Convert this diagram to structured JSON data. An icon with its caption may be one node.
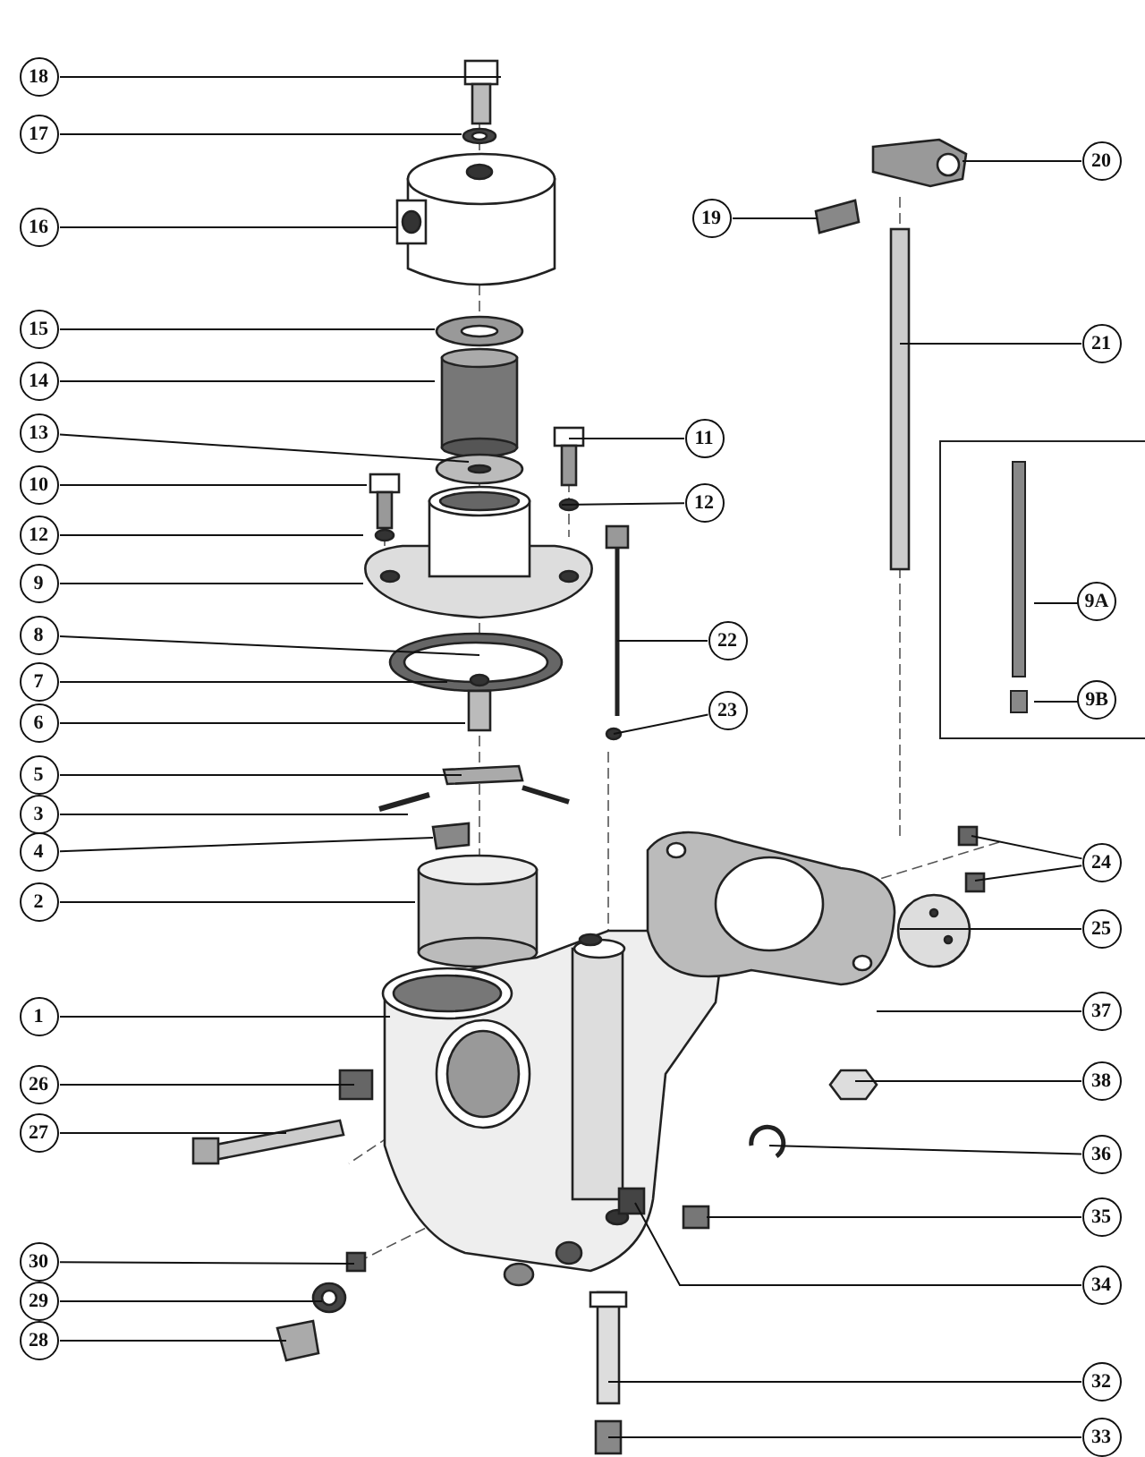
{
  "diagram": {
    "nodes": [
      {
        "text": [
          "18"
        ]
      },
      {
        "text": [
          "17"
        ]
      },
      {
        "text": [
          "16"
        ]
      },
      {
        "text": [
          "15"
        ]
      },
      {
        "text": [
          "14"
        ]
      },
      {
        "text": [
          "13"
        ]
      },
      {
        "text": [
          "10"
        ]
      },
      {
        "text": [
          "12"
        ]
      },
      {
        "text": [
          "9"
        ]
      },
      {
        "text": [
          "8"
        ]
      },
      {
        "text": [
          "7"
        ]
      },
      {
        "text": [
          "6"
        ]
      },
      {
        "text": [
          "5"
        ]
      },
      {
        "text": [
          "3"
        ]
      },
      {
        "text": [
          "4"
        ]
      },
      {
        "text": [
          "2"
        ]
      },
      {
        "text": [
          "1"
        ]
      },
      {
        "text": [
          "26"
        ]
      },
      {
        "text": [
          "27"
        ]
      },
      {
        "text": [
          "30"
        ]
      },
      {
        "text": [
          "29"
        ]
      },
      {
        "text": [
          "28"
        ]
      },
      {
        "text": [
          "20"
        ]
      },
      {
        "text": [
          "19"
        ]
      },
      {
        "text": [
          "21"
        ]
      },
      {
        "text": [
          "11"
        ]
      },
      {
        "text": [
          "12"
        ]
      },
      {
        "text": [],
        "shape": "box"
      },
      {
        "text": [
          "9A"
        ],
        "in": 27
      },
      {
        "text": [
          "9B"
        ],
        "in": 27
      },
      {
        "text": [
          "22"
        ]
      },
      {
        "text": [
          "23"
        ]
      },
      {
        "text": [
          "24"
        ]
      },
      {
        "text": [
          "25"
        ]
      },
      {
        "text": [
          "37"
        ]
      },
      {
        "text": [
          "38"
        ]
      },
      {
        "text": [
          "36"
        ]
      },
      {
        "text": [
          "35"
        ]
      },
      {
        "text": [
          "34"
        ]
      },
      {
        "text": [
          "32"
        ]
      },
      {
        "text": [
          "33"
        ]
      }
    ],
    "edges": [
      {
        "from": 0,
        "to": null,
        "arrow": "none"
      },
      {
        "from": 1,
        "to": null,
        "arrow": "none"
      },
      {
        "from": 2,
        "to": null,
        "arrow": "none"
      },
      {
        "from": 3,
        "to": null,
        "arrow": "none"
      },
      {
        "from": 4,
        "to": null,
        "arrow": "none"
      },
      {
        "from": 5,
        "to": null,
        "arrow": "none"
      },
      {
        "from": 6,
        "to": null,
        "arrow": "none"
      },
      {
        "from": 7,
        "to": null,
        "arrow": "none"
      },
      {
        "from": 8,
        "to": null,
        "arrow": "none"
      },
      {
        "from": 9,
        "to": null,
        "arrow": "none"
      },
      {
        "from": 10,
        "to": null,
        "arrow": "none"
      },
      {
        "from": 11,
        "to": null,
        "arrow": "none"
      },
      {
        "from": 12,
        "to": null,
        "arrow": "none"
      },
      {
        "from": 13,
        "to": null,
        "arrow": "none"
      },
      {
        "from": 14,
        "to": null,
        "arrow": "none"
      },
      {
        "from": 15,
        "to": null,
        "arrow": "none"
      },
      {
        "from": 16,
        "to": null,
        "arrow": "none"
      },
      {
        "from": 17,
        "to": null,
        "arrow": "none"
      },
      {
        "from": 18,
        "to": null,
        "arrow": "none"
      },
      {
        "from": 19,
        "to": null,
        "arrow": "none"
      },
      {
        "from": 20,
        "to": null,
        "arrow": "none"
      },
      {
        "from": 21,
        "to": null,
        "arrow": "none"
      },
      {
        "from": 22,
        "to": null,
        "arrow": "none"
      },
      {
        "from": 23,
        "to": null,
        "arrow": "none"
      },
      {
        "from": 24,
        "to": null,
        "arrow": "none"
      },
      {
        "from": 25,
        "to": null,
        "arrow": "none"
      },
      {
        "from": 26,
        "to": null,
        "arrow": "none"
      },
      {
        "from": 28,
        "to": null,
        "arrow": "none"
      },
      {
        "from": 29,
        "to": null,
        "arrow": "none"
      },
      {
        "from": 30,
        "to": null,
        "arrow": "none"
      },
      {
        "from": 31,
        "to": null,
        "arrow": "none"
      },
      {
        "from": 32,
        "to": null,
        "arrow": "none"
      },
      {
        "from": 32,
        "to": null,
        "arrow": "none"
      },
      {
        "from": 33,
        "to": null,
        "arrow": "none"
      },
      {
        "from": 34,
        "to": null,
        "arrow": "none"
      },
      {
        "from": 35,
        "to": null,
        "arrow": "none"
      },
      {
        "from": 36,
        "to": null,
        "arrow": "none"
      },
      {
        "from": 37,
        "to": null,
        "arrow": "none"
      },
      {
        "from": 38,
        "to": null,
        "arrow": "none"
      },
      {
        "from": 39,
        "to": null,
        "arrow": "none"
      },
      {
        "from": 40,
        "to": null,
        "arrow": "none"
      }
    ]
  }
}
